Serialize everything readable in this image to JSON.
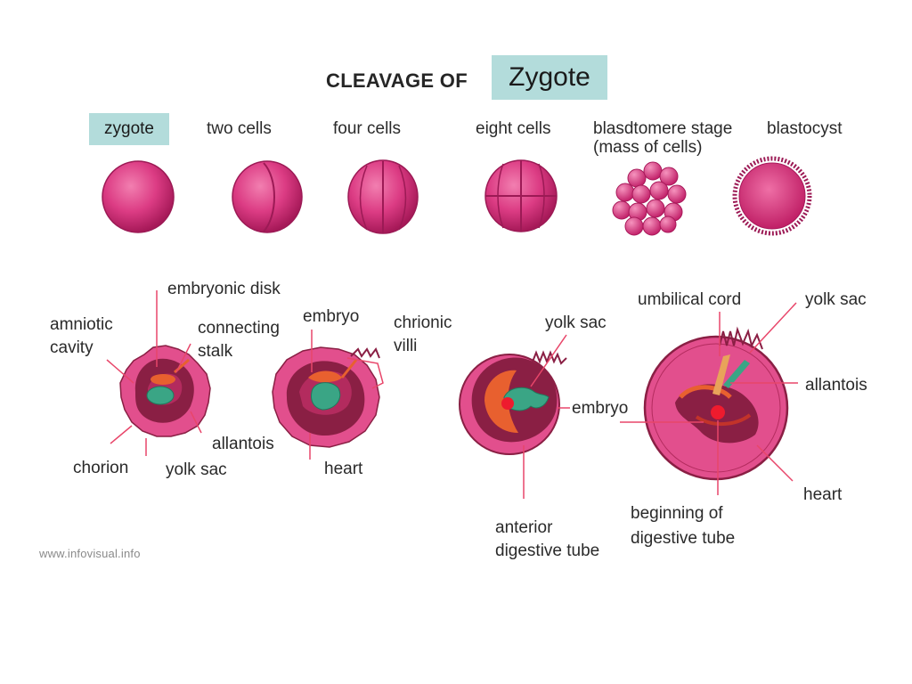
{
  "title": {
    "prefix": "CLEAVAGE OF",
    "overlay": "Zygote"
  },
  "stages": {
    "zygote": "zygote",
    "two_cells": "two cells",
    "four_cells": "four cells",
    "eight_cells": "eight cells",
    "blastomere_line1": "blasdtomere stage",
    "blastomere_line2": "(mass of cells)",
    "blastocyst": "blastocyst"
  },
  "embryo_labels": {
    "embryonic_disk": "embryonic disk",
    "amniotic_l1": "amniotic",
    "amniotic_l2": "cavity",
    "connecting_l1": "connecting",
    "connecting_l2": "stalk",
    "embryo_a": "embryo",
    "chrionic_l1": "chrionic",
    "chrionic_l2": "villi",
    "allantois_a": "allantois",
    "chorion": "chorion",
    "yolk_sac_a": "yolk sac",
    "heart_a": "heart",
    "yolk_sac_b": "yolk sac",
    "embryo_b": "embryo",
    "anterior_l1": "anterior",
    "anterior_l2": "digestive tube",
    "umbilical_cord": "umbilical cord",
    "yolk_sac_c": "yolk sac",
    "allantois_b": "allantois",
    "heart_b": "heart",
    "beginning_l1": "beginning of",
    "beginning_l2": "digestive tube"
  },
  "credit": "www.infovisual.info",
  "colors": {
    "cell_pink": "#d6317a",
    "cell_dark": "#a8195a",
    "tissue_maroon": "#8a1f44",
    "embryo_green": "#2e9a7a",
    "leader_line": "#e8466a",
    "highlight_box": "#b3dcdb"
  }
}
